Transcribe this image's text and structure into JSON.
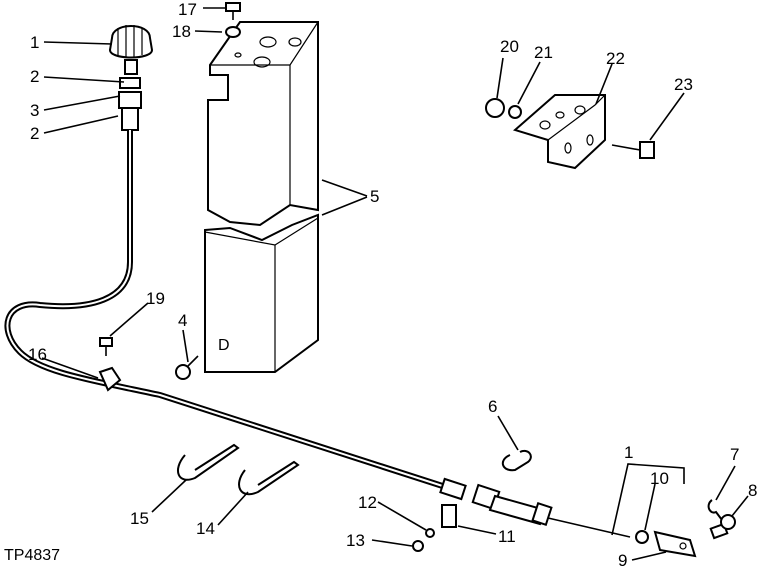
{
  "figure_code": "TP4837",
  "callouts": {
    "c1_top": "1",
    "c2_a": "2",
    "c3": "3",
    "c2_b": "2",
    "c4": "4",
    "c5": "5",
    "c6": "6",
    "c7": "7",
    "c8": "8",
    "c9": "9",
    "c10": "10",
    "c1_bottom": "1",
    "c11": "11",
    "c12": "12",
    "c13": "13",
    "c14": "14",
    "c15": "15",
    "c16": "16",
    "c17": "17",
    "c18": "18",
    "c19": "19",
    "c20": "20",
    "c21": "21",
    "c22": "22",
    "c23": "23"
  },
  "panel_mark": "D"
}
